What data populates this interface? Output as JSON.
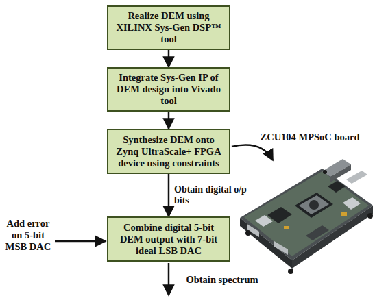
{
  "diagram": {
    "nodes": [
      {
        "text": [
          "Realize DEM using XILINX Sys-Gen DSP™ tool"
        ]
      },
      {
        "text": [
          "Integrate Sys-Gen IP of DEM design into Vivado tool"
        ]
      },
      {
        "text": [
          "Synthesize DEM onto Zynq UltraScale+ FPGA device using constraints"
        ]
      },
      {
        "text": [
          "Combine digital 5-bit DEM output with 7-bit ideal LSB DAC"
        ]
      }
    ],
    "edges": [
      {
        "from": 0,
        "to": 1,
        "arrow": "to"
      },
      {
        "from": 1,
        "to": 2,
        "arrow": "to"
      },
      {
        "from": 2,
        "to": 3,
        "label": "Obtain digital o/p bits",
        "arrow": "to"
      }
    ],
    "labels": [
      "ZCU104 MPSoC board",
      "Add error on 5-bit MSB DAC",
      "Obtain spectrum"
    ]
  }
}
